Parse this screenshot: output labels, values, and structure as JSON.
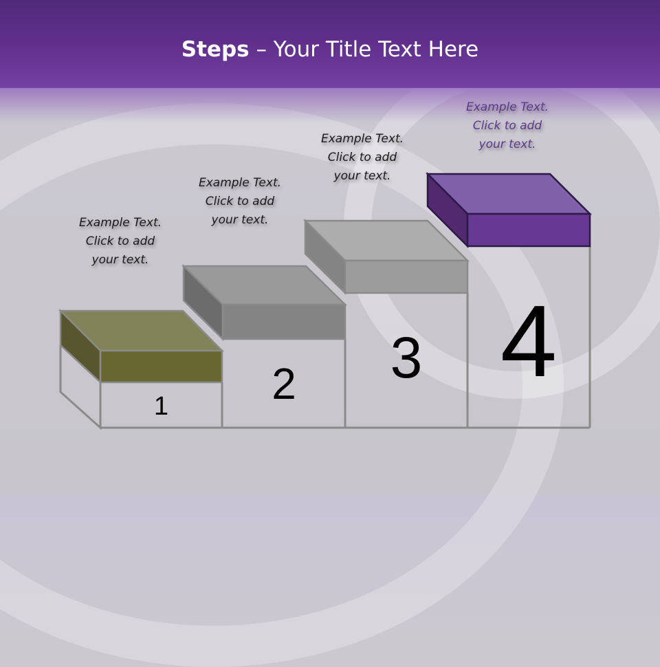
{
  "slide": {
    "title_bold": "Steps",
    "title_rest": " – Your Title Text Here"
  },
  "steps": [
    {
      "number": "1",
      "label": [
        "Example Text.",
        "Click  to add",
        "your text."
      ],
      "top_color": "#838359",
      "front_color": "#686631",
      "side_color": "#58562f"
    },
    {
      "number": "2",
      "label": [
        "Example Text.",
        "Click  to add",
        "your text."
      ],
      "top_color": "#9a9a9a",
      "front_color": "#848484",
      "side_color": "#6c6c6c"
    },
    {
      "number": "3",
      "label": [
        "Example Text.",
        "Click  to add",
        "your text."
      ],
      "top_color": "#adadad",
      "front_color": "#9c9c9c",
      "side_color": "#848484"
    },
    {
      "number": "4",
      "label": [
        "Example Text.",
        "Click  to add",
        "your text."
      ],
      "top_color": "#8060a8",
      "front_color": "#673994",
      "side_color": "#52296f"
    }
  ],
  "colors": {
    "header_dark": "#50297a",
    "header_light": "#7440a4",
    "label_text": "#1a1a1a",
    "label_text_highlight": "#5c3a8c",
    "outline": "#8a8a8a"
  }
}
